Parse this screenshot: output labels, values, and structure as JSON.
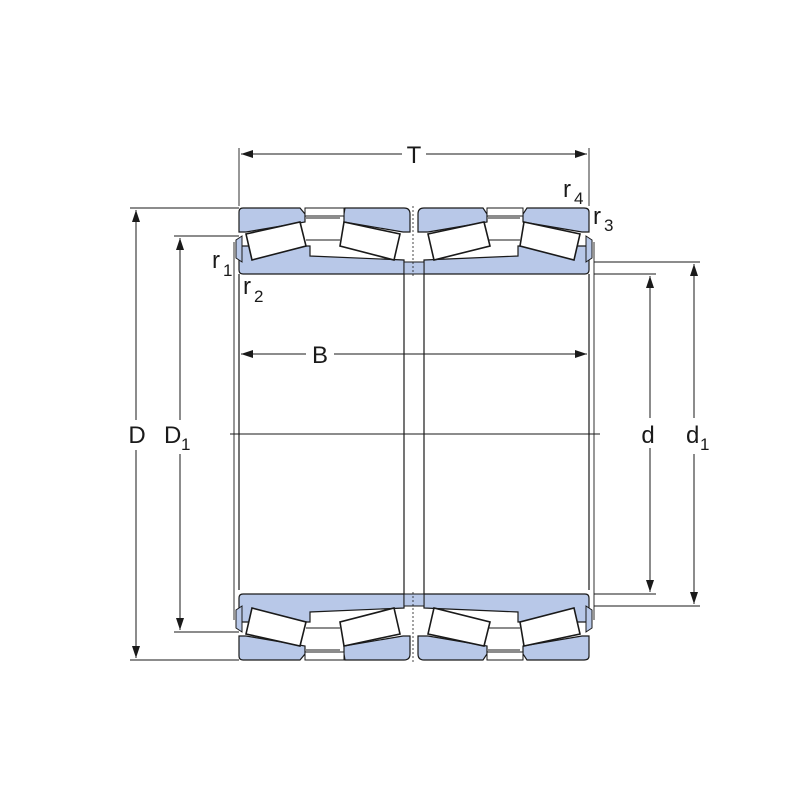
{
  "diagram": {
    "labels": {
      "T": "T",
      "B": "B",
      "D": "D",
      "D1": "D",
      "D1_sub": "1",
      "d": "d",
      "d1": "d",
      "d1_sub": "1",
      "r1": "r",
      "r1_sub": "1",
      "r2": "r",
      "r2_sub": "2",
      "r3": "r",
      "r3_sub": "3",
      "r4": "r",
      "r4_sub": "4"
    },
    "colors": {
      "ring_fill": "#b8c8e8",
      "roller_fill": "#ffffff",
      "line": "#1a1a1a"
    }
  }
}
